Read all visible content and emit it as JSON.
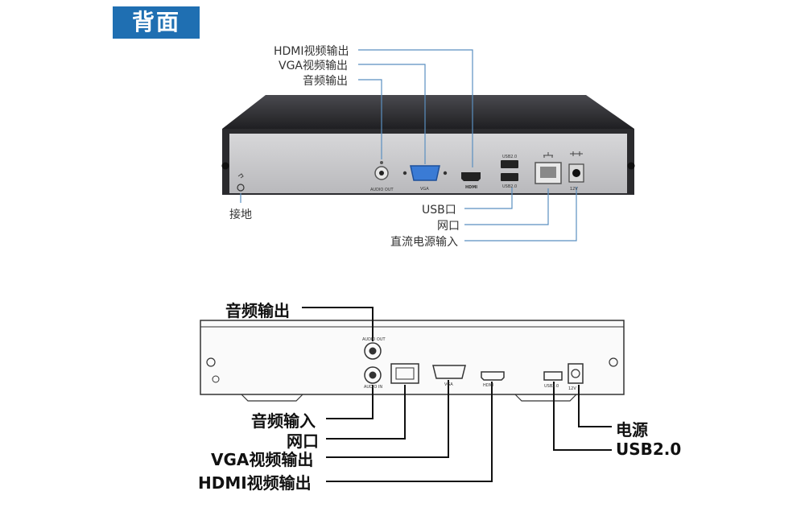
{
  "title": "背面",
  "top": {
    "labels": {
      "hdmi": "HDMI视频输出",
      "vga": "VGA视频输出",
      "audio": "音频输出",
      "ground": "接地",
      "usb": "USB口",
      "net": "网口",
      "dc": "直流电源输入"
    },
    "port_marks": {
      "audio_out": "AUDIO OUT",
      "vga": "VGA",
      "hdmi": "HDMI",
      "usb_top": "USB2.0",
      "usb_bottom": "USB2.0",
      "power": "12V"
    }
  },
  "bottom": {
    "labels": {
      "audio_out": "音频输出",
      "audio_in": "音频输入",
      "net": "网口",
      "vga": "VGA视频输出",
      "hdmi": "HDMI视频输出",
      "power": "电源",
      "usb": "USB2.0"
    },
    "port_marks": {
      "audio_out": "AUDIO OUT",
      "audio_in": "AUDIO IN",
      "vga": "VGA",
      "hdmi": "HDMI",
      "usb": "USB2.0",
      "power": "12V"
    }
  },
  "colors": {
    "accent": "#1f6fb2",
    "leader_top": "#5a8fc0",
    "leader_bottom": "#111111",
    "panel": "#c9c9cb",
    "chassis": "#2b2b2e"
  }
}
